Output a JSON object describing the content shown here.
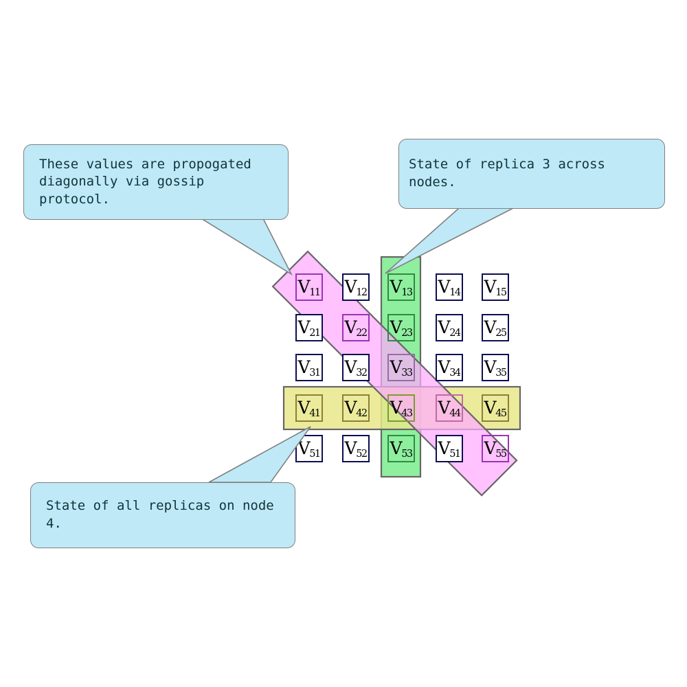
{
  "diagram": {
    "title": "Replica/node value matrix with gossip propagation",
    "colors": {
      "callout_fill": "#bfe9f7",
      "callout_stroke": "#808080",
      "cell_stroke": "#0d0d52",
      "band_diagonal_fill": "#ffaaff",
      "band_diagonal_stroke": "#666666",
      "band_column_fill": "#88ee99",
      "band_column_stroke": "#666666",
      "band_row_fill": "#e8e88a",
      "band_row_stroke": "#666666",
      "page_background": "#ffffff"
    }
  },
  "callouts": [
    {
      "id": "diagonal",
      "text": "These values are propogated\ndiagonally via gossip protocol.",
      "points_to": "diagonal-band"
    },
    {
      "id": "replica3",
      "text": "State of replica 3 across nodes.",
      "points_to": "column-band-3"
    },
    {
      "id": "node4",
      "text": "State of all replicas on node 4.",
      "points_to": "row-band-4"
    }
  ],
  "grid": {
    "rows": 5,
    "cols": 5,
    "cells": [
      [
        {
          "base": "V",
          "sub": "11",
          "highlight": "pink"
        },
        {
          "base": "V",
          "sub": "12",
          "highlight": "none"
        },
        {
          "base": "V",
          "sub": "13",
          "highlight": "green"
        },
        {
          "base": "V",
          "sub": "14",
          "highlight": "none"
        },
        {
          "base": "V",
          "sub": "15",
          "highlight": "none"
        }
      ],
      [
        {
          "base": "V",
          "sub": "21",
          "highlight": "none"
        },
        {
          "base": "V",
          "sub": "22",
          "highlight": "pink"
        },
        {
          "base": "V",
          "sub": "23",
          "highlight": "green"
        },
        {
          "base": "V",
          "sub": "24",
          "highlight": "none"
        },
        {
          "base": "V",
          "sub": "25",
          "highlight": "none"
        }
      ],
      [
        {
          "base": "V",
          "sub": "31",
          "highlight": "none"
        },
        {
          "base": "V",
          "sub": "32",
          "highlight": "none"
        },
        {
          "base": "V",
          "sub": "33",
          "highlight": "pink-green"
        },
        {
          "base": "V",
          "sub": "34",
          "highlight": "none"
        },
        {
          "base": "V",
          "sub": "35",
          "highlight": "none"
        }
      ],
      [
        {
          "base": "V",
          "sub": "41",
          "highlight": "yellow"
        },
        {
          "base": "V",
          "sub": "42",
          "highlight": "yellow"
        },
        {
          "base": "V",
          "sub": "43",
          "highlight": "yellow-green"
        },
        {
          "base": "V",
          "sub": "44",
          "highlight": "yellow-pink"
        },
        {
          "base": "V",
          "sub": "45",
          "highlight": "yellow"
        }
      ],
      [
        {
          "base": "V",
          "sub": "51",
          "highlight": "none"
        },
        {
          "base": "V",
          "sub": "52",
          "highlight": "none"
        },
        {
          "base": "V",
          "sub": "53",
          "highlight": "green"
        },
        {
          "base": "V",
          "sub": "51",
          "highlight": "none"
        },
        {
          "base": "V",
          "sub": "55",
          "highlight": "pink"
        }
      ]
    ]
  }
}
